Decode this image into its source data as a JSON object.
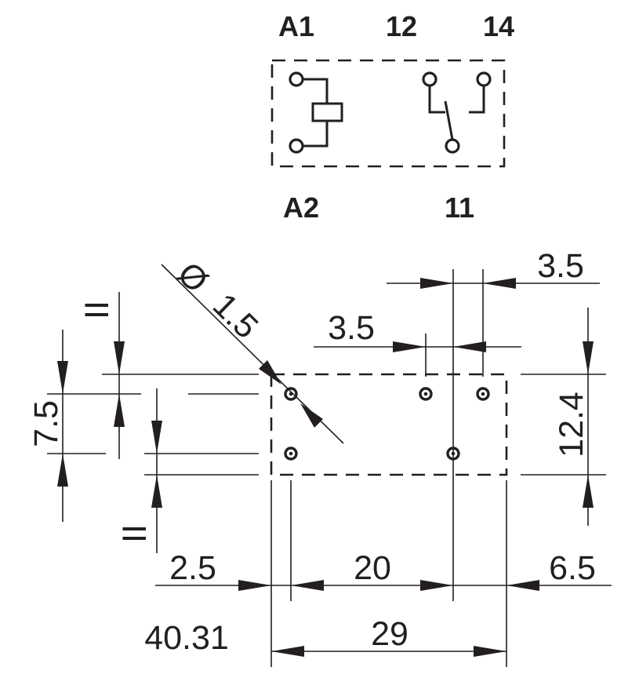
{
  "schematic": {
    "labels": {
      "a1": "A1",
      "a2": "A2",
      "c12": "12",
      "c14": "14",
      "c11": "11"
    }
  },
  "footprint": {
    "hole_diameter_symbol": "Ø",
    "hole_diameter": "1.5",
    "dims": {
      "pitch_top": "3.5",
      "pitch_top_right": "3.5",
      "height": "12.4",
      "row_spacing": "7.5",
      "parallel_mark_top": "II",
      "parallel_mark_bottom": "II",
      "left_offset": "2.5",
      "pin_span": "20",
      "right_offset": "6.5",
      "width": "29",
      "ref": "40.31"
    }
  }
}
